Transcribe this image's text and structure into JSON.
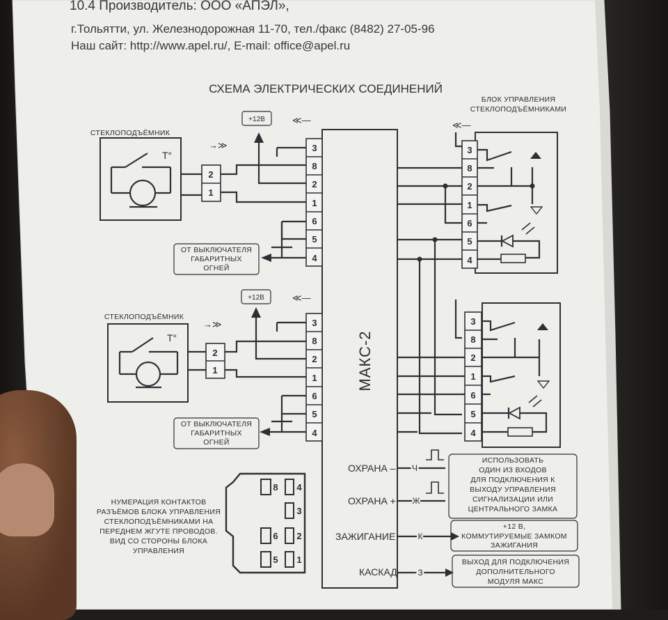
{
  "header": {
    "line1": "10.4  Производитель: ООО «АПЭЛ»,",
    "line2": "г.Тольятти, ул. Железнодорожная 11-70, тел./факс (8482) 27-05-96",
    "line3": "Наш сайт: http://www.apel.ru/, E-mail: office@apel.ru"
  },
  "diagram": {
    "title": "СХЕМА ЭЛЕКТРИЧЕСКИХ СОЕДИНЕНИЙ",
    "block_label_line1": "БЛОК УПРАВЛЕНИЯ",
    "block_label_line2": "СТЕКЛОПОДЪЁМНИКАМИ",
    "motor_label": "СТЕКЛОПОДЪЁМНИК",
    "plus12": "+12В",
    "temp_symbol": "T°",
    "connector_pins": [
      "3",
      "8",
      "2",
      "1",
      "6",
      "5",
      "4"
    ],
    "motor_pins": [
      "2",
      "1"
    ],
    "lights_line1": "ОТ ВЫКЛЮЧАТЕЛЯ",
    "lights_line2": "ГАБАРИТНЫХ",
    "lights_line3": "ОГНЕЙ",
    "main_unit": "МАКС-2",
    "inputs": [
      {
        "label": "ОХРАНА –",
        "wire": "Ч"
      },
      {
        "label": "ОХРАНА +",
        "wire": "Ж"
      },
      {
        "label": "ЗАЖИГАНИЕ",
        "wire": "К"
      },
      {
        "label": "КАСКАД",
        "wire": "З"
      }
    ],
    "note_alarm": [
      "ИСПОЛЬЗОВАТЬ",
      "ОДИН ИЗ ВХОДОВ",
      "ДЛЯ ПОДКЛЮЧЕНИЯ К",
      "ВЫХОДУ УПРАВЛЕНИЯ",
      "СИГНАЛИЗАЦИИ ИЛИ",
      "ЦЕНТРАЛЬНОГО ЗАМКА"
    ],
    "note_ignition": [
      "+12 В,",
      "КОММУТИРУЕМЫЕ ЗАМКОМ",
      "ЗАЖИГАНИЯ"
    ],
    "note_cascade": [
      "ВЫХОД ДЛЯ ПОДКЛЮЧЕНИЯ",
      "ДОПОЛНИТЕЛЬНОГО",
      "МОДУЛЯ МАКС"
    ],
    "numbering_note": [
      "НУМЕРАЦИЯ КОНТАКТОВ",
      "РАЗЪЁМОВ БЛОКА УПРАВЛЕНИЯ",
      "СТЕКЛОПОДЪЁМНИКАМИ НА",
      "ПЕРЕДНЕМ ЖГУТЕ ПРОВОДОВ.",
      "ВИД СО СТОРОНЫ БЛОКА",
      "УПРАВЛЕНИЯ"
    ],
    "plug_pins_left": [
      "8",
      "",
      "6",
      "5"
    ],
    "plug_pins_right": [
      "4",
      "3",
      "2",
      "1"
    ]
  }
}
